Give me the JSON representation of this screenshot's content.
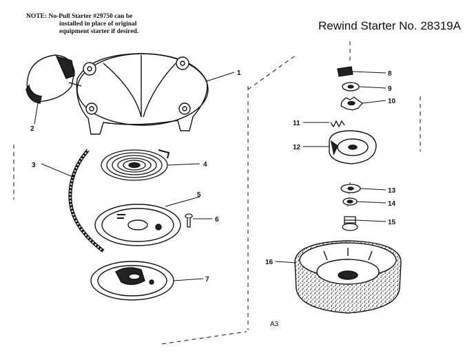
{
  "note": {
    "lines": [
      "NOTE:  No-Pull Starter #29750 can be",
      "installed in place of original",
      "equipment starter if desired."
    ]
  },
  "title": "Rewind Starter No. 28319A",
  "page_code": "A3",
  "callouts": [
    "1",
    "2",
    "3",
    "4",
    "5",
    "6",
    "7",
    "8",
    "9",
    "10",
    "11",
    "12",
    "13",
    "14",
    "15",
    "16"
  ]
}
